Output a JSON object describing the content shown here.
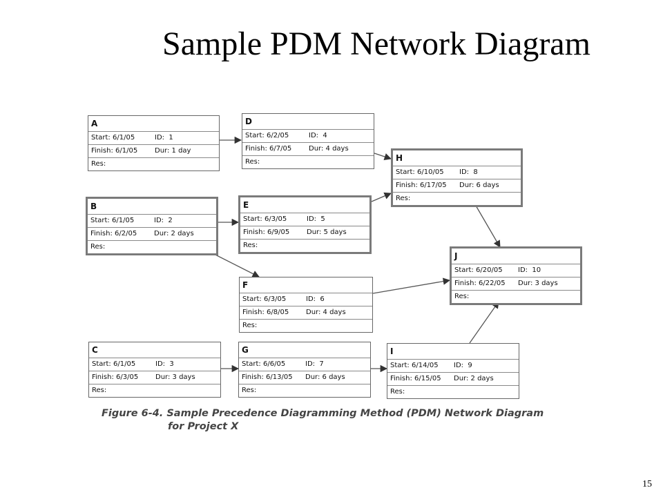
{
  "slide": {
    "title": "Sample PDM Network Diagram",
    "page_number": "15"
  },
  "figure": {
    "caption_line1": "Figure 6-4. Sample Precedence Diagramming Method (PDM) Network Diagram",
    "caption_line2": "for Project X",
    "labels": {
      "start": "Start:",
      "finish": "Finish:",
      "id": "ID:",
      "dur": "Dur:",
      "res": "Res:"
    }
  },
  "nodes": {
    "A": {
      "name": "A",
      "start": "6/1/05",
      "finish": "6/1/05",
      "id": "1",
      "dur": "1 day",
      "res": ""
    },
    "B": {
      "name": "B",
      "start": "6/1/05",
      "finish": "6/2/05",
      "id": "2",
      "dur": "2 days",
      "res": ""
    },
    "C": {
      "name": "C",
      "start": "6/1/05",
      "finish": "6/3/05",
      "id": "3",
      "dur": "3 days",
      "res": ""
    },
    "D": {
      "name": "D",
      "start": "6/2/05",
      "finish": "6/7/05",
      "id": "4",
      "dur": "4 days",
      "res": ""
    },
    "E": {
      "name": "E",
      "start": "6/3/05",
      "finish": "6/9/05",
      "id": "5",
      "dur": "5 days",
      "res": ""
    },
    "F": {
      "name": "F",
      "start": "6/3/05",
      "finish": "6/8/05",
      "id": "6",
      "dur": "4 days",
      "res": ""
    },
    "G": {
      "name": "G",
      "start": "6/6/05",
      "finish": "6/13/05",
      "id": "7",
      "dur": "6 days",
      "res": ""
    },
    "H": {
      "name": "H",
      "start": "6/10/05",
      "finish": "6/17/05",
      "id": "8",
      "dur": "6 days",
      "res": ""
    },
    "I": {
      "name": "I",
      "start": "6/14/05",
      "finish": "6/15/05",
      "id": "9",
      "dur": "2 days",
      "res": ""
    },
    "J": {
      "name": "J",
      "start": "6/20/05",
      "finish": "6/22/05",
      "id": "10",
      "dur": "3 days",
      "res": ""
    }
  },
  "edges": [
    {
      "from": "A",
      "to": "D"
    },
    {
      "from": "D",
      "to": "H"
    },
    {
      "from": "B",
      "to": "E"
    },
    {
      "from": "B",
      "to": "F"
    },
    {
      "from": "E",
      "to": "H"
    },
    {
      "from": "H",
      "to": "J"
    },
    {
      "from": "F",
      "to": "J"
    },
    {
      "from": "C",
      "to": "G"
    },
    {
      "from": "G",
      "to": "I"
    },
    {
      "from": "I",
      "to": "J"
    }
  ]
}
